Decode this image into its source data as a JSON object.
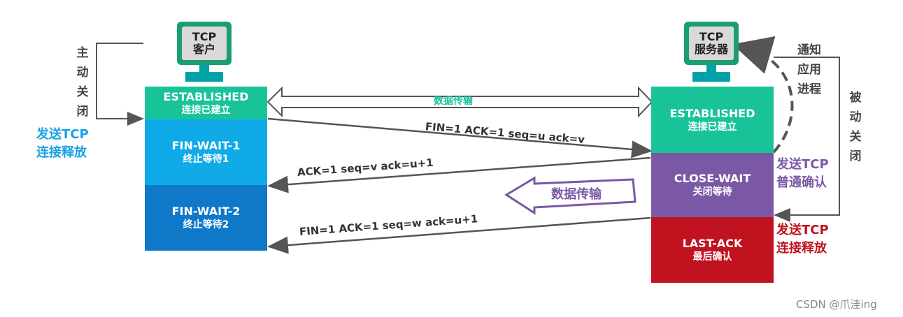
{
  "client": {
    "monitor_line1": "TCP",
    "monitor_line2": "客户",
    "states": [
      {
        "name": "ESTABLISHED",
        "desc": "连接已建立",
        "color": "#19c39a"
      },
      {
        "name": "FIN-WAIT-1",
        "desc": "终止等待1",
        "color": "#10aae8"
      },
      {
        "name": "FIN-WAIT-2",
        "desc": "终止等待2",
        "color": "#0f78c8"
      }
    ],
    "active_close": [
      "主",
      "动",
      "关",
      "闭"
    ],
    "send_label_line1": "发送TCP",
    "send_label_line2": "连接释放",
    "send_label_color": "#1aa0e6"
  },
  "server": {
    "monitor_line1": "TCP",
    "monitor_line2": "服务器",
    "states": [
      {
        "name": "ESTABLISHED",
        "desc": "连接已建立",
        "color": "#19c39a"
      },
      {
        "name": "CLOSE-WAIT",
        "desc": "关闭等待",
        "color": "#7b58a6"
      },
      {
        "name": "LAST-ACK",
        "desc": "最后确认",
        "color": "#c0121f"
      }
    ],
    "notify_app": [
      "通知",
      "应用",
      "进程"
    ],
    "passive_close": [
      "被",
      "动",
      "关",
      "闭"
    ],
    "ack_label_line1": "发送TCP",
    "ack_label_line2": "普通确认",
    "ack_label_color": "#7b58a6",
    "fin_label_line1": "发送TCP",
    "fin_label_line2": "连接释放",
    "fin_label_color": "#c0121f"
  },
  "data_transfer_top": "数据传输",
  "data_transfer_mid": "数据传输",
  "messages": [
    {
      "text": "FIN=1   ACK=1   seq=u   ack=v"
    },
    {
      "text": "ACK=1   seq=v   ack=u+1"
    },
    {
      "text": "FIN=1   ACK=1   seq=w   ack=u+1"
    }
  ],
  "watermark": "CSDN @爪洼ing",
  "colors": {
    "monitor": "#1a9e6e",
    "stand": "#00a2a8",
    "arrow": "#555555",
    "purple_outline": "#7b58a6",
    "teal_text": "#19c39a"
  }
}
